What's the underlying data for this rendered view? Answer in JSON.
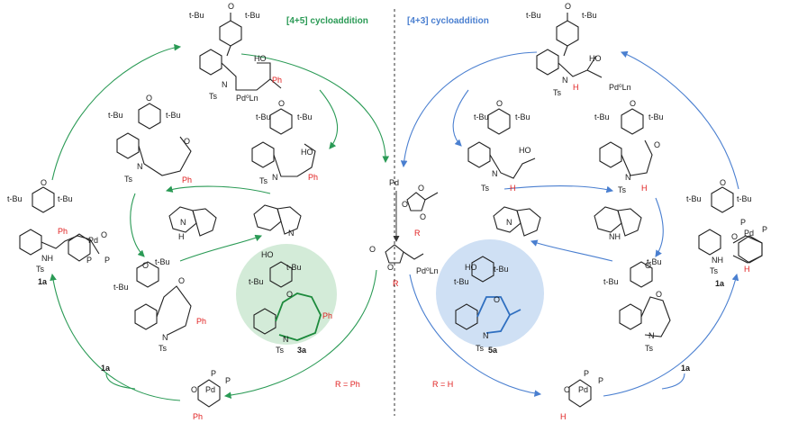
{
  "headers": {
    "left": "[4+5] cycloaddition",
    "right": "[4+3] cycloaddition"
  },
  "colors": {
    "green": "#2a9a55",
    "blue": "#4a7fd0",
    "red": "#e02020",
    "green_halo": "#d3ebd8",
    "blue_halo": "#cfe0f4"
  },
  "labels": {
    "tbu": "t-Bu",
    "ts": "Ts",
    "n": "N",
    "o": "O",
    "ho": "HO",
    "nh": "NH",
    "ph": "Ph",
    "h": "H",
    "r": "R",
    "pd": "Pd",
    "p": "P",
    "pd0ln": "Pd⁰Ln",
    "pd_ln": "Pd⁰Ln",
    "compound_1a": "1a",
    "compound_3a": "3a",
    "compound_5a": "5a",
    "r_ph": "R = Ph",
    "r_h": "R = H"
  }
}
